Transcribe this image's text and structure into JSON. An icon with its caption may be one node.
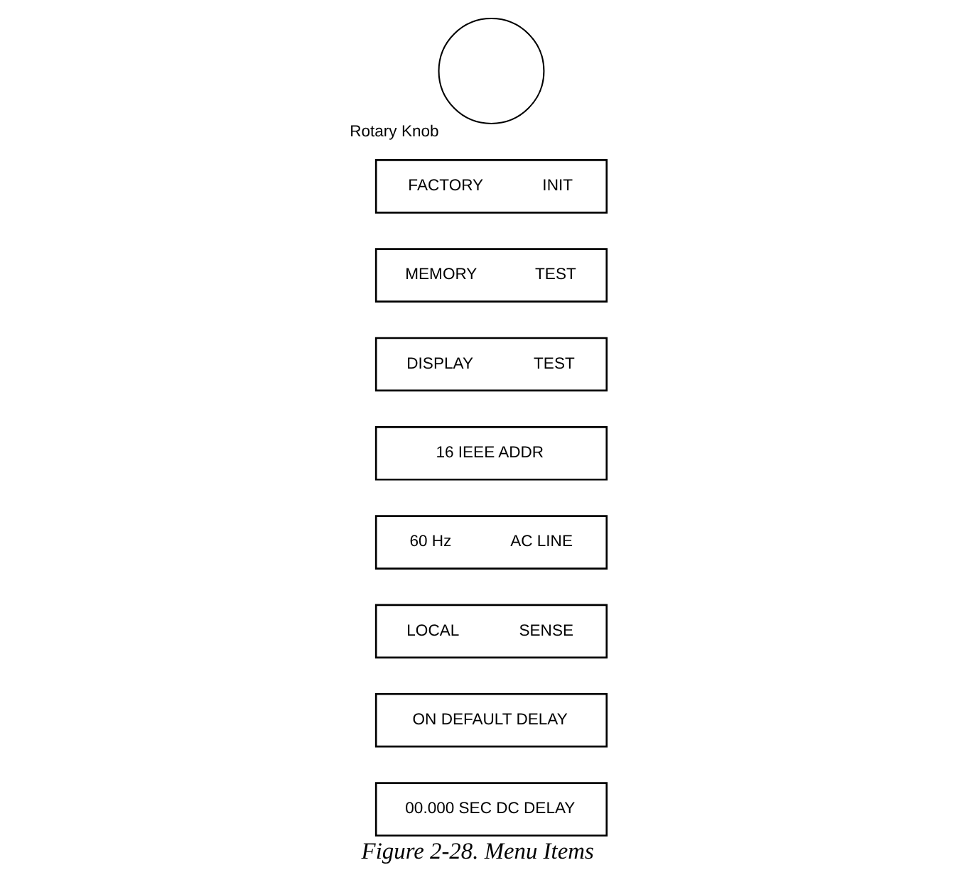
{
  "diagram": {
    "caption": "Figure 2-28. Menu Items",
    "nodes": [
      {
        "text": [
          "00.000 SEC DC DELAY"
        ]
      },
      {
        "text": [
          "ON DEFAULT DELAY"
        ]
      },
      {
        "text": [
          "LOCAL",
          "SENSE"
        ]
      },
      {
        "text": [
          "60 Hz",
          "AC LINE"
        ]
      },
      {
        "text": [
          "16 IEEE ADDR"
        ]
      },
      {
        "text": [
          "DISPLAY",
          "TEST"
        ]
      },
      {
        "text": [
          "MEMORY",
          "TEST"
        ]
      },
      {
        "text": [
          "FACTORY",
          "INIT"
        ]
      },
      {
        "text": [],
        "shape": "circle",
        "beside": [
          "Rotary Knob"
        ]
      }
    ],
    "edges": []
  }
}
